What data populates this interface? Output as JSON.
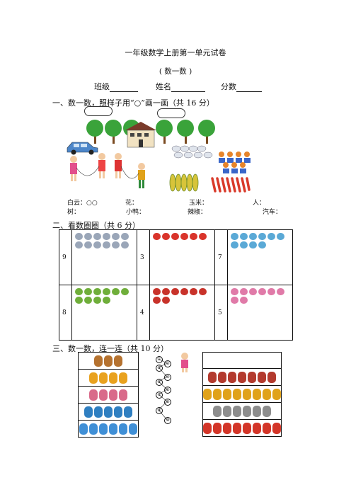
{
  "header": {
    "title": "一年级数学上册第一单元试卷",
    "subtitle": "( 数一数 )",
    "class_label": "班级",
    "name_label": "姓名",
    "score_label": "分数"
  },
  "section1": {
    "heading": "一、数一数，照样子用“○”画一画（共 16 分）",
    "row1": [
      {
        "label": "白云：",
        "value": "○○"
      },
      {
        "label": "花：",
        "value": ""
      },
      {
        "label": "玉米：",
        "value": ""
      },
      {
        "label": "人：",
        "value": ""
      }
    ],
    "row2": [
      {
        "label": "树：",
        "value": ""
      },
      {
        "label": "小鸭：",
        "value": ""
      },
      {
        "label": "辣椒：",
        "value": ""
      },
      {
        "label": "汽车：",
        "value": ""
      }
    ]
  },
  "section2": {
    "heading": "二、看数圈圈（共 6 分）",
    "cells": [
      {
        "number": "9",
        "icon": "duck-icon",
        "count": 12,
        "color": "#9aa6b8"
      },
      {
        "number": "3",
        "icon": "apple-icon",
        "count": 6,
        "color": "#d9342b"
      },
      {
        "number": "7",
        "icon": "bird-icon",
        "count": 10,
        "color": "#5aa9d6"
      },
      {
        "number": "8",
        "icon": "parrot-icon",
        "count": 10,
        "color": "#6fae3a"
      },
      {
        "number": "4",
        "icon": "strawberry-icon",
        "count": 8,
        "color": "#c8322a"
      },
      {
        "number": "5",
        "icon": "pink-bird-icon",
        "count": 8,
        "color": "#e07aa8"
      }
    ]
  },
  "section3": {
    "heading": "三、数一数，连一连（共 10 分）",
    "left_rows": [
      {
        "icon": "monkey-icon",
        "count": 3,
        "color": "#b5722f"
      },
      {
        "icon": "rooster-icon",
        "count": 4,
        "color": "#e9a21f"
      },
      {
        "icon": "ostrich-icon",
        "count": 4,
        "color": "#d96a8a"
      },
      {
        "icon": "penguin-icon",
        "count": 5,
        "color": "#2f7fc1"
      },
      {
        "icon": "blue-bird-icon",
        "count": 6,
        "color": "#3f8fd6"
      }
    ],
    "numbers": [
      "①",
      "②",
      "③",
      "④",
      "⑤",
      "⑥",
      "⑦",
      "⑧",
      "⑨",
      "⑩"
    ],
    "right_rows": [
      {
        "icon": "teapot-cups-icon",
        "count": 7,
        "color": "#b33a2e"
      },
      {
        "icon": "cup-icon",
        "count": 8,
        "color": "#e0a21a"
      },
      {
        "icon": "car-icon",
        "count": 6,
        "color": "#8d8d8d"
      },
      {
        "icon": "apple-icon",
        "count": 8,
        "color": "#d33528"
      }
    ]
  },
  "colors": {
    "tree": "#3aa33a",
    "house_roof": "#7a3a2a",
    "house_wall": "#f1e2c2",
    "car": "#4d86c9",
    "corn": "#d7c43a",
    "chili": "#d93a2a",
    "flower_pot": "#3a66c9",
    "flower": "#e6842a"
  }
}
